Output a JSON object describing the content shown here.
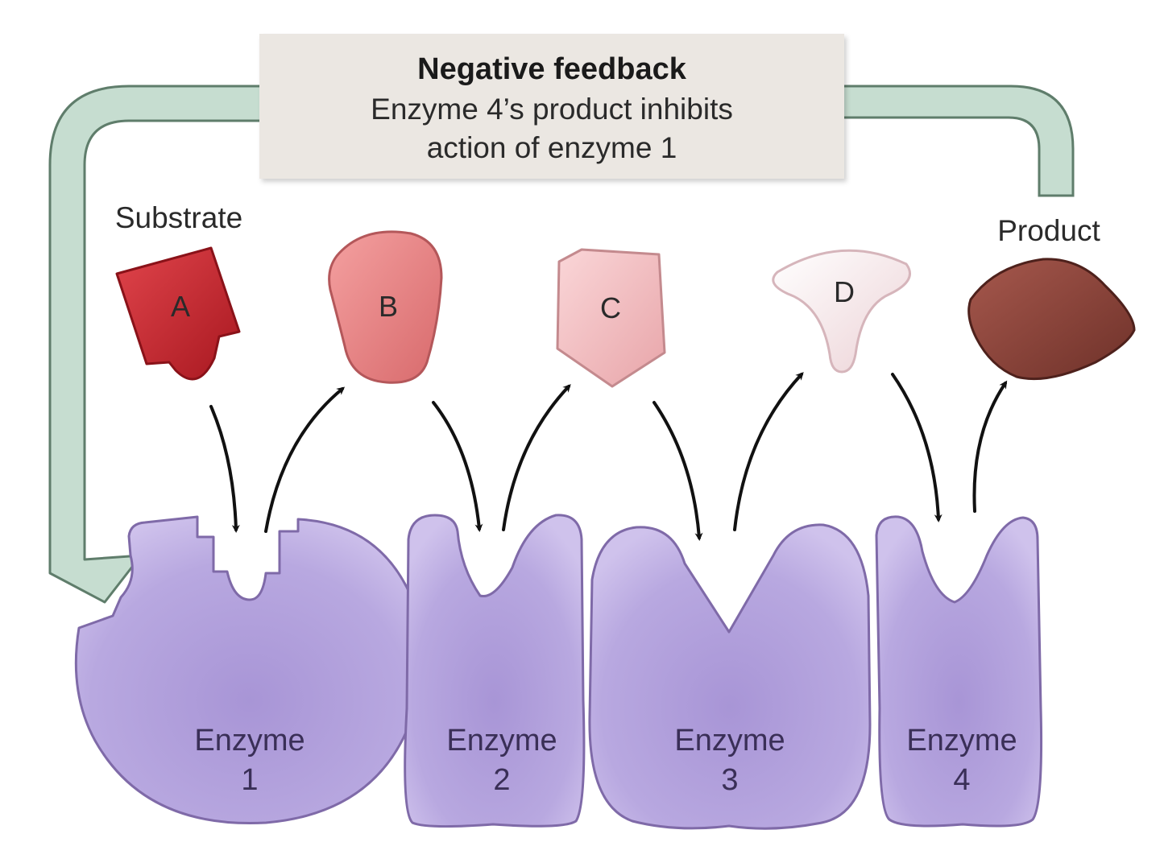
{
  "feedback": {
    "title": "Negative feedback",
    "line1": "Enzyme 4’s product inhibits",
    "line2": "action of enzyme 1"
  },
  "labels": {
    "substrate": "Substrate",
    "product": "Product"
  },
  "molecules": {
    "a": "A",
    "b": "B",
    "c": "C",
    "d": "D"
  },
  "enzymes": [
    {
      "word": "Enzyme",
      "number": "1"
    },
    {
      "word": "Enzyme",
      "number": "2"
    },
    {
      "word": "Enzyme",
      "number": "3"
    },
    {
      "word": "Enzyme",
      "number": "4"
    }
  ],
  "colors": {
    "feedback_arrow": "#c6ddd0",
    "feedback_box": "#ebe7e2",
    "enzyme_fill": "#b8a5d8",
    "substrate_a": "#c8262e",
    "molecule_b": "#e88484",
    "molecule_c": "#f5c4c6",
    "molecule_d": "#f8e8ea",
    "product": "#8f4a40"
  }
}
